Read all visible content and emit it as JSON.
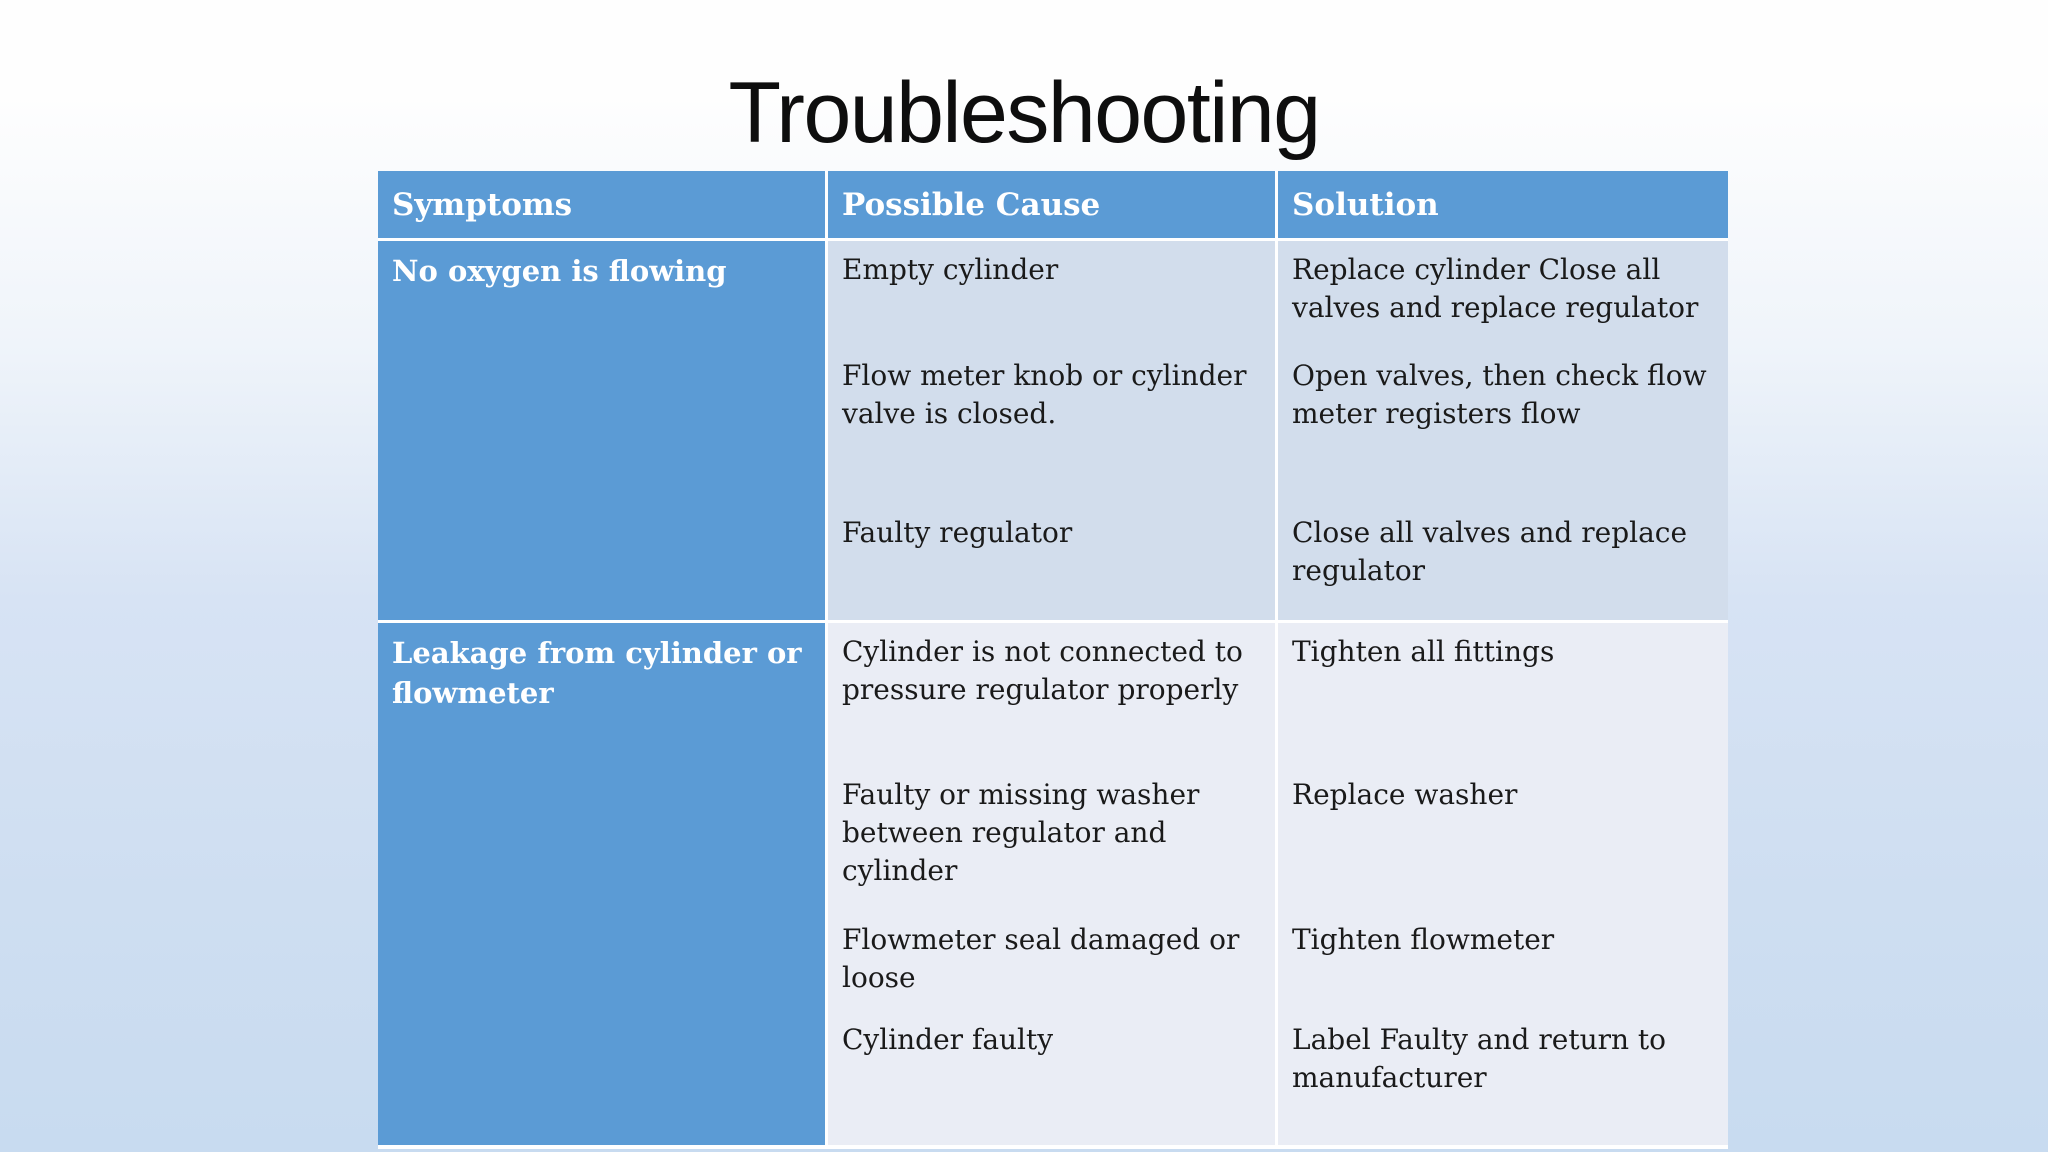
{
  "title": "Troubleshooting",
  "table": {
    "headers": [
      "Symptoms",
      "Possible Cause",
      "Solution"
    ],
    "rows": [
      {
        "symptom": "No oxygen is flowing",
        "items": [
          {
            "cause": "Empty cylinder",
            "solution": "Replace cylinder Close all valves and replace regulator"
          },
          {
            "cause": "Flow meter knob or cylinder valve is closed.",
            "solution": "Open valves, then check flow meter registers flow"
          },
          {
            "cause": "Faulty regulator",
            "solution": "Close all valves and replace regulator"
          }
        ]
      },
      {
        "symptom": "Leakage from cylinder or flowmeter",
        "items": [
          {
            "cause": "Cylinder is not connected to pressure regulator properly",
            "solution": "Tighten all fittings"
          },
          {
            "cause": "Faulty or missing washer between regulator and cylinder",
            "solution": "Replace washer"
          },
          {
            "cause": "Flowmeter seal damaged or loose",
            "solution": "Tighten flowmeter"
          },
          {
            "cause": "Cylinder faulty",
            "solution": "Label Faulty and return to manufacturer"
          }
        ]
      }
    ]
  },
  "colors": {
    "header_bg": "#5B9BD5",
    "symptom_bg": "#5B9BD5",
    "row1_bg": "#D2DDEC",
    "row2_bg": "#EAEDF5",
    "divider": "#FFFFFF",
    "title_color": "#0E0E0E",
    "body_text": "#1A1A1A",
    "bg_top": "#FEFEFE",
    "bg_mid": "#D7E3F4",
    "bg_bottom": "#C8DBF0"
  }
}
